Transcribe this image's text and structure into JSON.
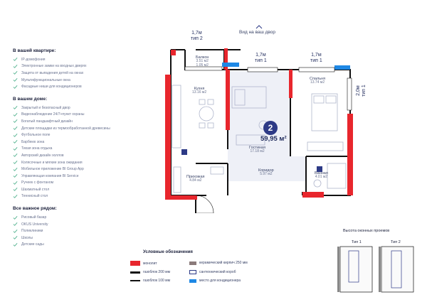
{
  "view_label": "Вид на ваш двор",
  "sections": [
    {
      "title": "В вашей квартире:",
      "items": [
        "IP-домофония",
        "Электронные замки на входных дверях",
        "Защита от выпадения детей на окнах",
        "Мультифункциональные окна",
        "Фасадные ниши для кондиционеров"
      ]
    },
    {
      "title": "В вашем доме:",
      "items": [
        "Закрытый и безопасный двор",
        "Видеонаблюдение 24/7+пункт охраны",
        "Богатый ландшафтный дизайн",
        "Детские площадки из термообработанной древесины",
        "Футбольное поле",
        "Барбекю зона",
        "Тихая зона отдыха",
        "Авторский дизайн холлов",
        "Колясочные и мягкие зона ожидания",
        "Мобильное приложение BI Group App",
        "Управляющая компания BI Service",
        "Ручеек с фонтаном",
        "Шахматный стол",
        "Теннисный стол"
      ]
    },
    {
      "title": "Все важное рядом:",
      "items": [
        "Рисовый базар",
        "OKUS University",
        "Поликлиники",
        "Школы",
        "Детские сады"
      ]
    }
  ],
  "rooms": {
    "balcony": {
      "name": "Балкон",
      "area": "3.51 м2",
      "area2": "1.05 м2"
    },
    "kitchen": {
      "name": "Кухня",
      "area": "13.16 м2"
    },
    "living": {
      "name": "Гостиная",
      "area": "17.18 м2"
    },
    "bedroom": {
      "name": "Спальня",
      "area": "13.74 м2"
    },
    "hall": {
      "name": "Прихожая",
      "area": "4.84 м2"
    },
    "corridor": {
      "name": "Коридор",
      "area": "5.97 м2"
    },
    "bath": {
      "name": "Ванная",
      "area": "4.01 м2"
    }
  },
  "dims": {
    "d1": {
      "value": "1,7м",
      "type": "тип 2"
    },
    "d2": {
      "value": "1,7м",
      "type": "тип 1"
    },
    "d3": {
      "value": "1,7м",
      "type": "тип 1"
    },
    "d4": {
      "value": "2,0м",
      "type": "тип 1"
    }
  },
  "apartment": {
    "rooms_badge": "2",
    "total_area": "59,95 м²"
  },
  "legend": {
    "title": "Условные обозначения",
    "items": [
      "монолит",
      "газоблок 200 мм",
      "газоблок 100 мм",
      "керамический кирпич 250 мм",
      "сантехнический короб",
      "место для кондиционера"
    ]
  },
  "windows": {
    "title": "Высота оконных проемов",
    "type1": "Тип 1",
    "type2": "Тип 2"
  },
  "colors": {
    "monolith": "#e8262d",
    "wall": "#111111",
    "accent": "#2d3a86",
    "conditioner": "#1e88e5",
    "floor": "#eef0f7"
  }
}
